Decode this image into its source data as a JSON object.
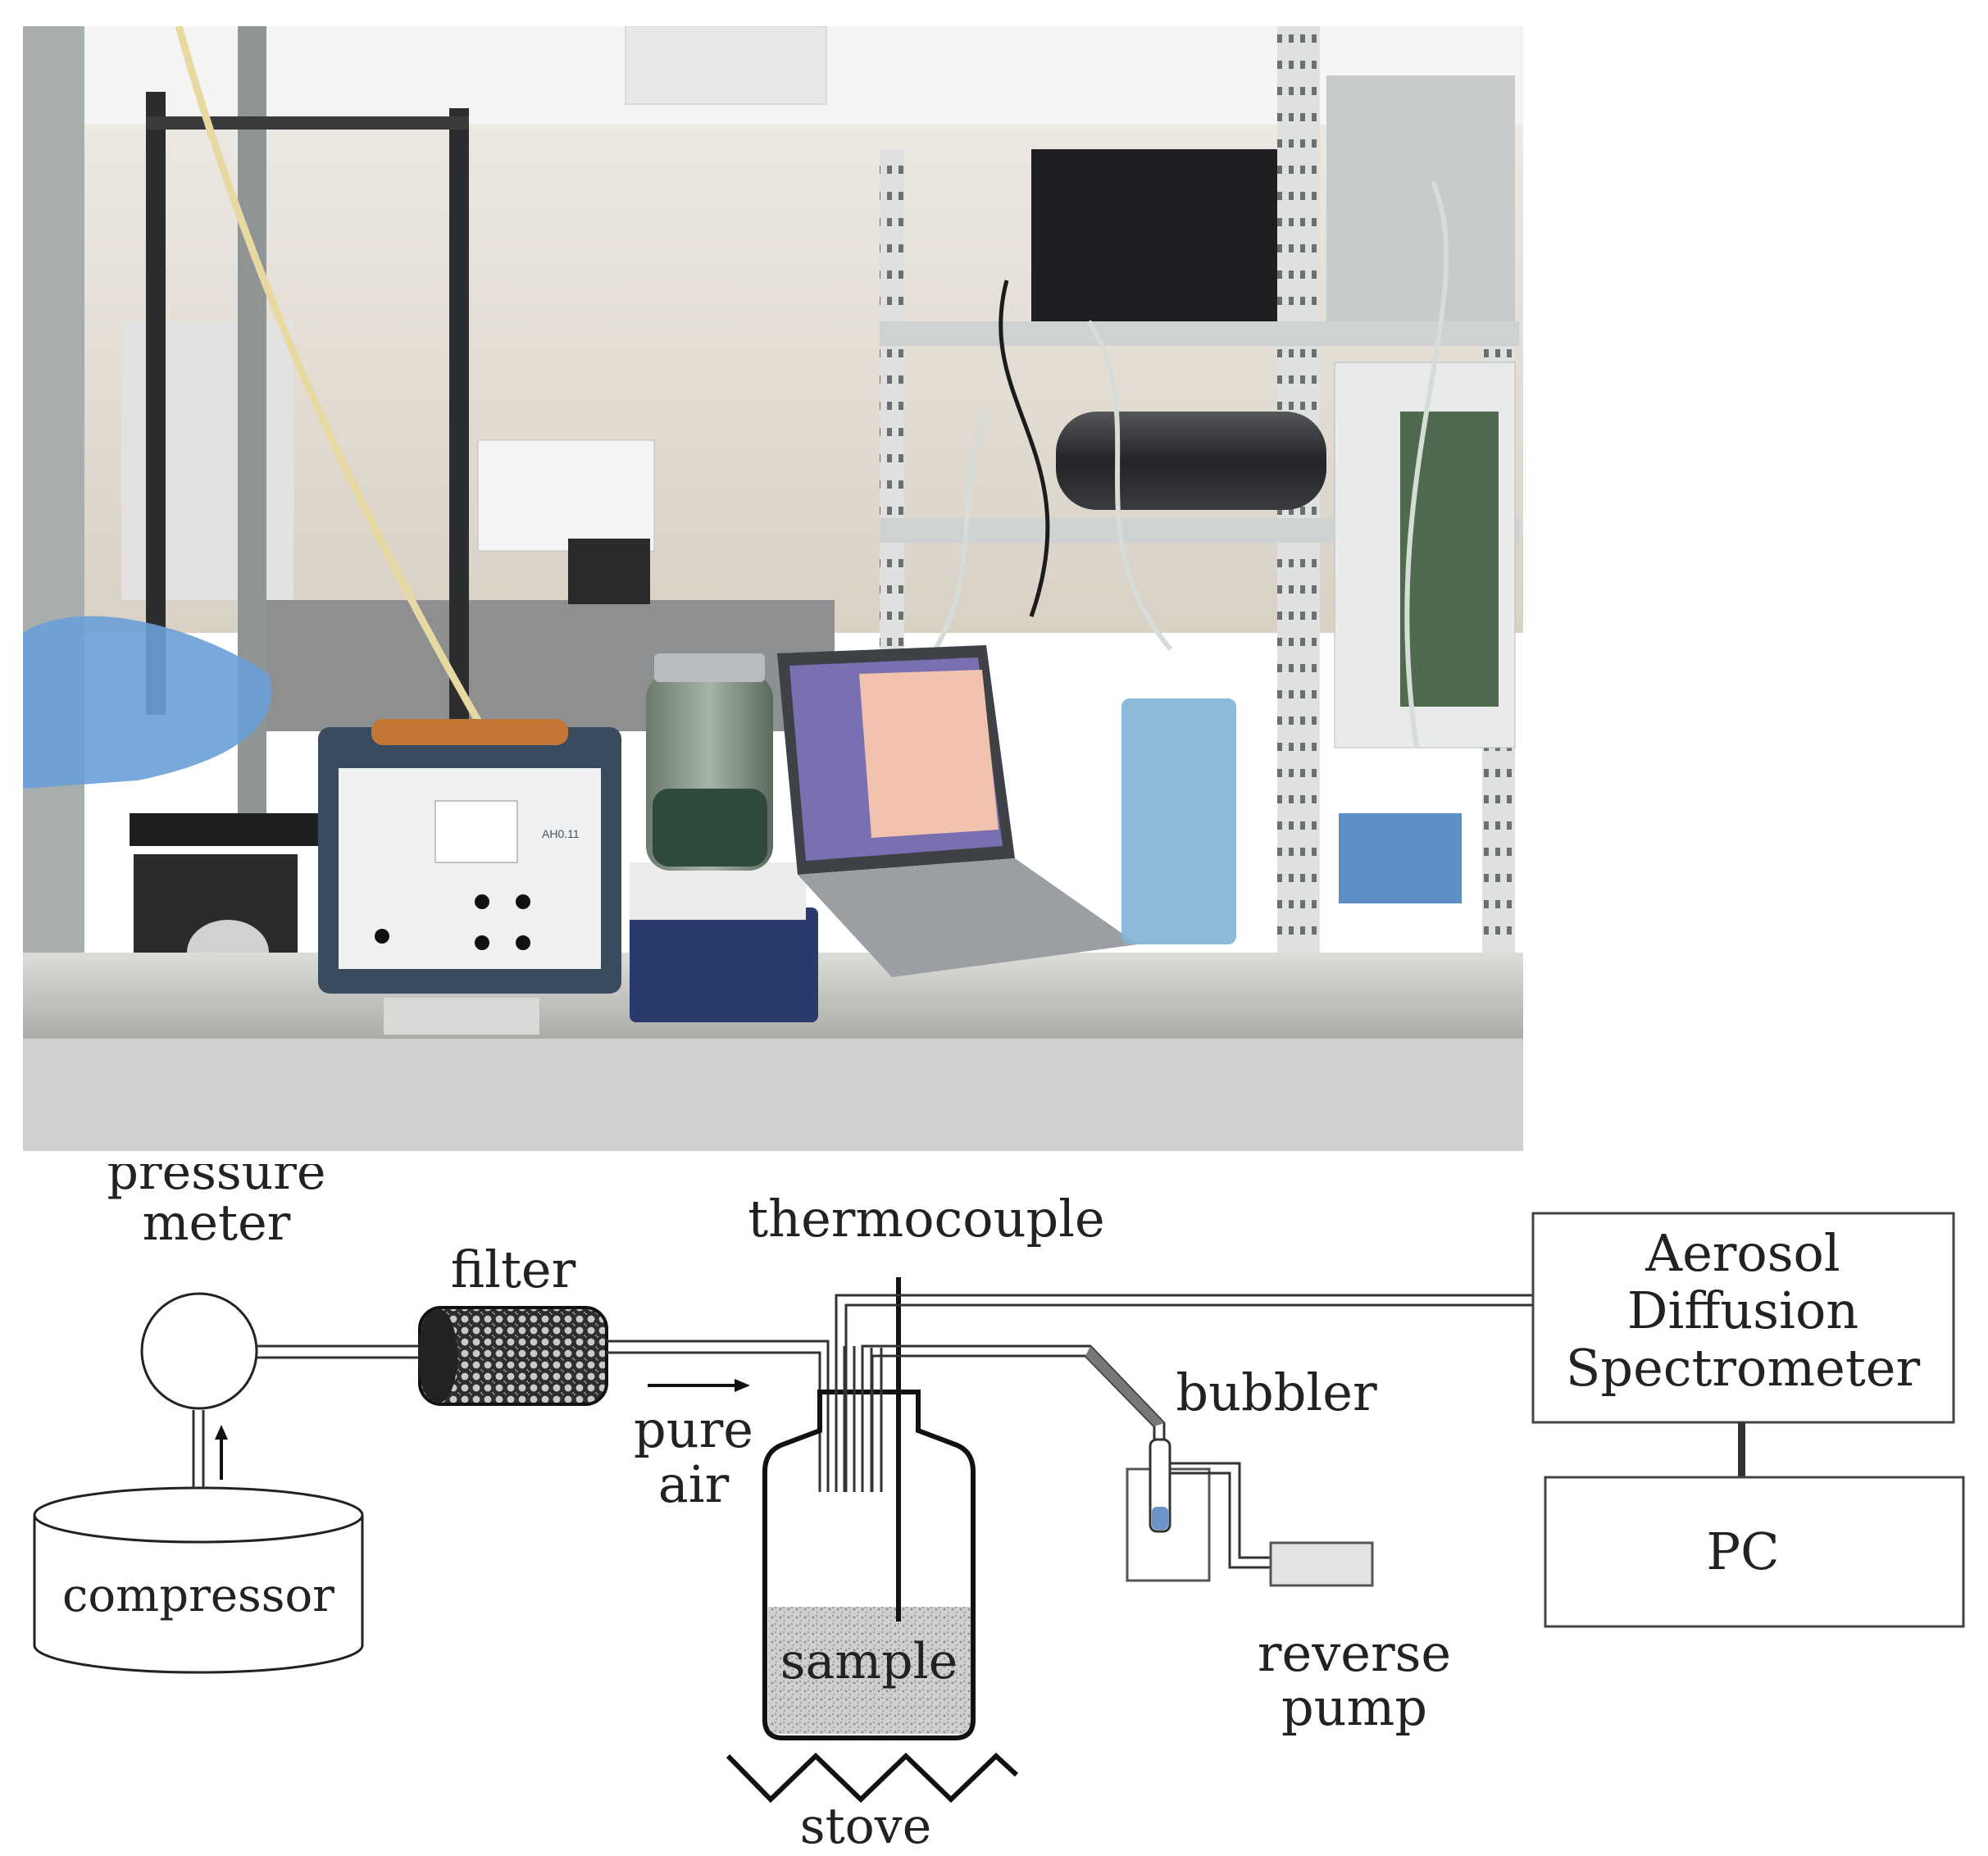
{
  "photo": {
    "device_front_label": "AH0.11"
  },
  "schematic": {
    "labels": {
      "pressure_line1": "pressure",
      "pressure_line2": "meter",
      "filter": "filter",
      "thermocouple": "thermocouple",
      "pure_line1": "pure",
      "pure_line2": "air",
      "compressor": "compressor",
      "sample": "sample",
      "stove": "stove",
      "bubbler": "bubbler",
      "reverse_line1": "reverse",
      "reverse_line2": "pump",
      "ads_line1": "Aerosol",
      "ads_line2": "Diffusion",
      "ads_line3": "Spectrometer",
      "pc": "PC"
    }
  }
}
